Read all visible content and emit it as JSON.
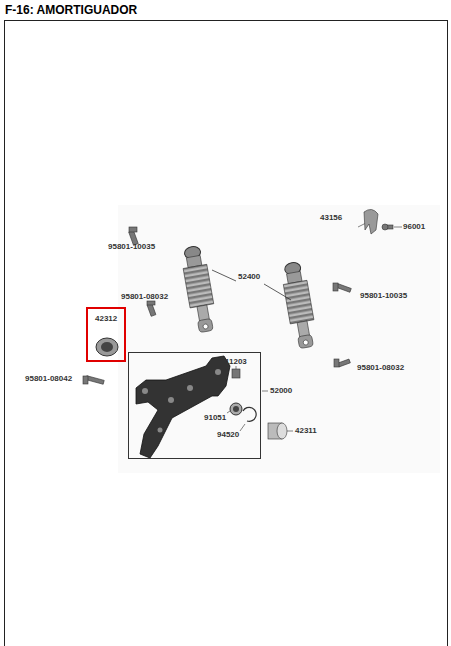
{
  "diagram": {
    "title": "F-16: AMORTIGUADOR",
    "nodes": [
      {
        "text": [
          "42312"
        ]
      },
      {
        "text": [
          "11203",
          "91051",
          "94520"
        ]
      }
    ],
    "labels": [
      "43156",
      "96001",
      "95801-10035",
      "52400",
      "95801-08032",
      "95801-10035",
      "52000",
      "95801-08042",
      "95801-08032",
      "42311"
    ]
  }
}
